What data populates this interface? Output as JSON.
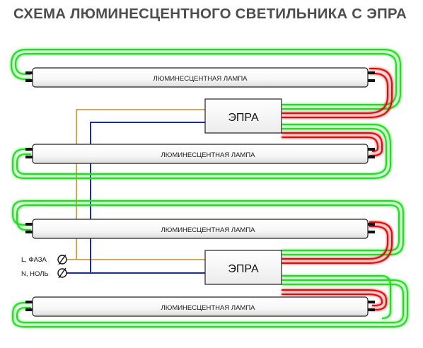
{
  "title": "СХЕМА ЛЮМИНЕСЦЕНТНОГО СВЕТИЛЬНИКА С ЭПРА",
  "lamps": [
    {
      "label": "ЛЮМИНЕСЦЕНТНАЯ ЛАМПА"
    },
    {
      "label": "ЛЮМИНЕСЦЕНТНАЯ ЛАМПА"
    },
    {
      "label": "ЛЮМИНЕСЦЕНТНАЯ ЛАМПА"
    },
    {
      "label": "ЛЮМИНЕСЦЕНТНАЯ ЛАМПА"
    }
  ],
  "ballasts": [
    {
      "label": "ЭПРА"
    },
    {
      "label": "ЭПРА"
    }
  ],
  "terminals": {
    "phase": "L, ФАЗА",
    "neutral": "N, НОЛЬ"
  },
  "colors": {
    "green_wire": "#22dd22",
    "red_wire": "#dd1111",
    "phase_wire": "#d4a55a",
    "neutral_wire": "#1a2aa8",
    "outline": "#222222",
    "title": "#4d4d4d"
  }
}
